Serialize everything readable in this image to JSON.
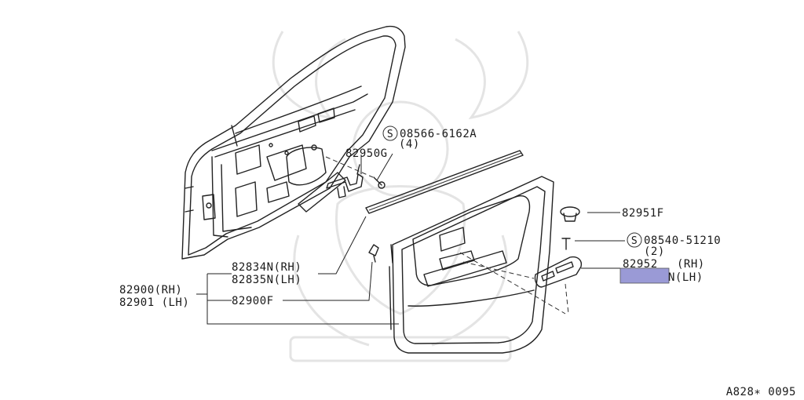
{
  "labels": {
    "s_08566": "08566-6162A",
    "s_08566_qty": "(4)",
    "p_82950g": "82950G",
    "p_82951f": "82951F",
    "s_08540": "08540-51210",
    "s_08540_qty": "(2)",
    "p_82952": "82952",
    "p_82952_rh": "(RH)",
    "p_82952_lh": "N(LH)",
    "p_82834n": "82834N(RH)",
    "p_82835n": "82835N(LH)",
    "p_82900": "82900(RH)",
    "p_82901": "82901 (LH)",
    "p_82900f": "82900F",
    "s_symbol": "S",
    "figure_code": "A828∗ 0095"
  },
  "colors": {
    "highlight": "#9a9ad6",
    "line": "#222222",
    "watermark": "#e4e4e4"
  }
}
